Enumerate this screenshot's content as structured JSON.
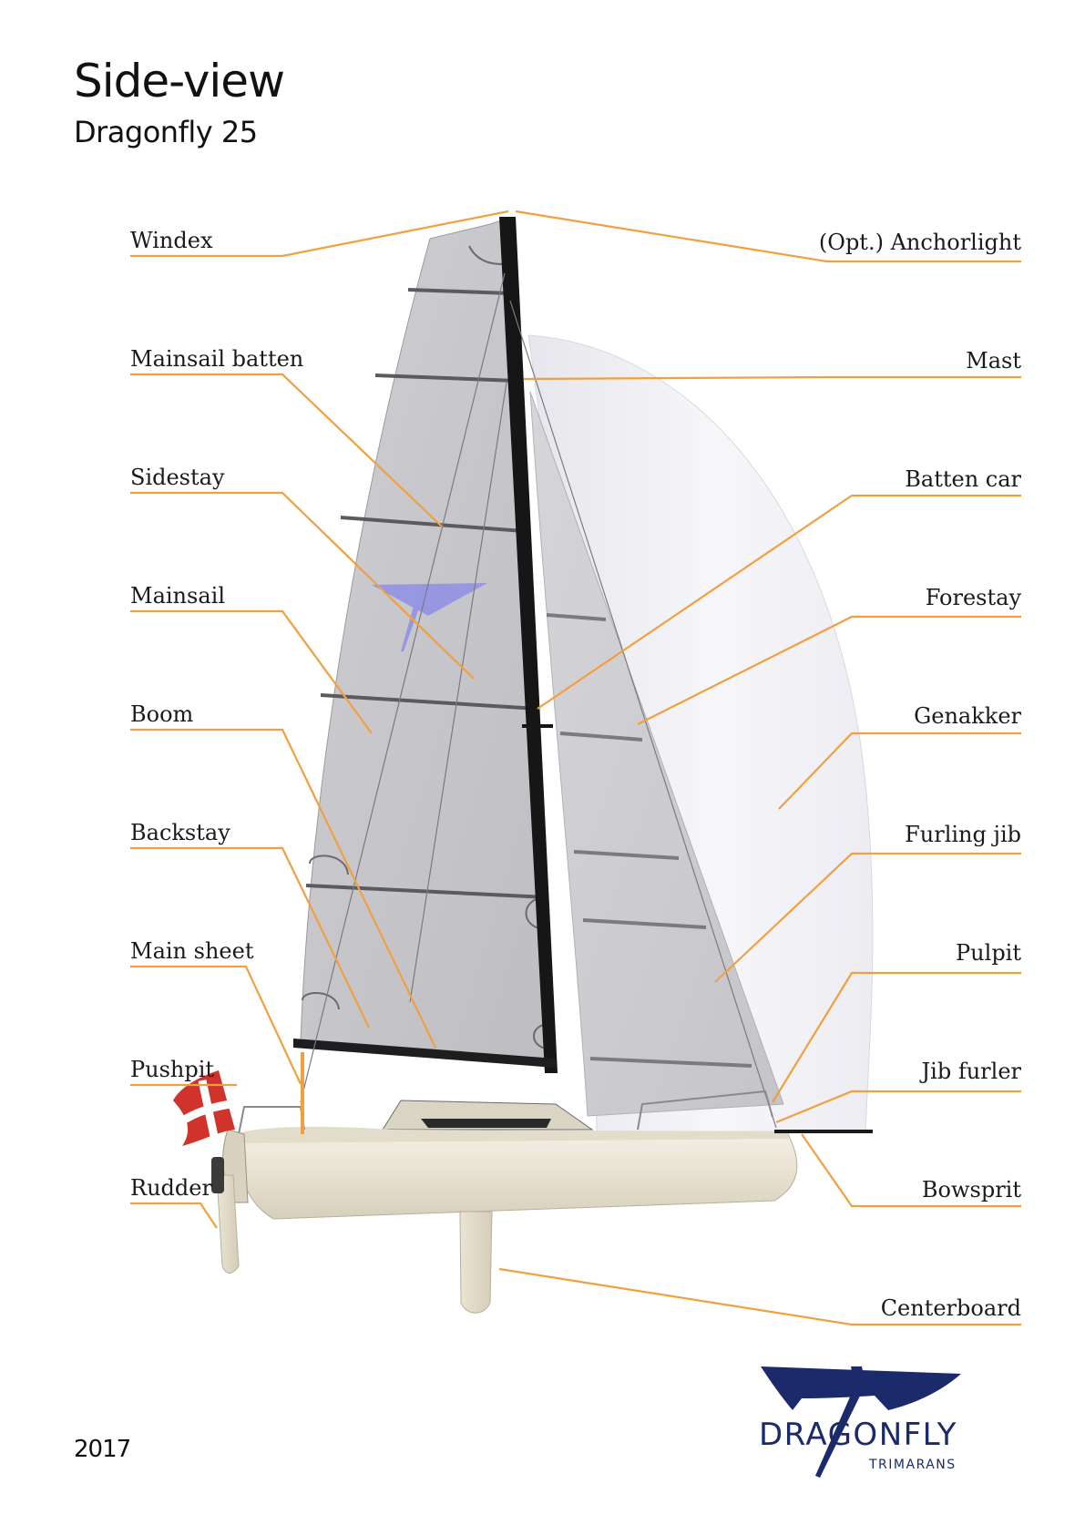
{
  "header": {
    "title": "Side-view",
    "subtitle": "Dragonfly 25"
  },
  "footer": {
    "year": "2017"
  },
  "logo": {
    "wordmark": "DRAGONFLY",
    "tagline": "TRIMARANS",
    "color": "#1b2a6b"
  },
  "callouts": {
    "left": [
      "Windex",
      "Mainsail batten",
      "Sidestay",
      "Mainsail",
      "Boom",
      "Backstay",
      "Main sheet",
      "Pushpit",
      "Rudder"
    ],
    "right": [
      "(Opt.) Anchorlight",
      "Mast",
      "Batten car",
      "Forestay",
      "Genakker",
      "Furling jib",
      "Pulpit",
      "Jib furler",
      "Bowsprit",
      "Centerboard"
    ]
  },
  "colors": {
    "leader_line": "#f0a040",
    "sail": "#c8c8cc",
    "gennaker": "#f2f2f6",
    "hull": "#e9e4d6",
    "mast": "#161616",
    "flag": "#d0322c"
  }
}
